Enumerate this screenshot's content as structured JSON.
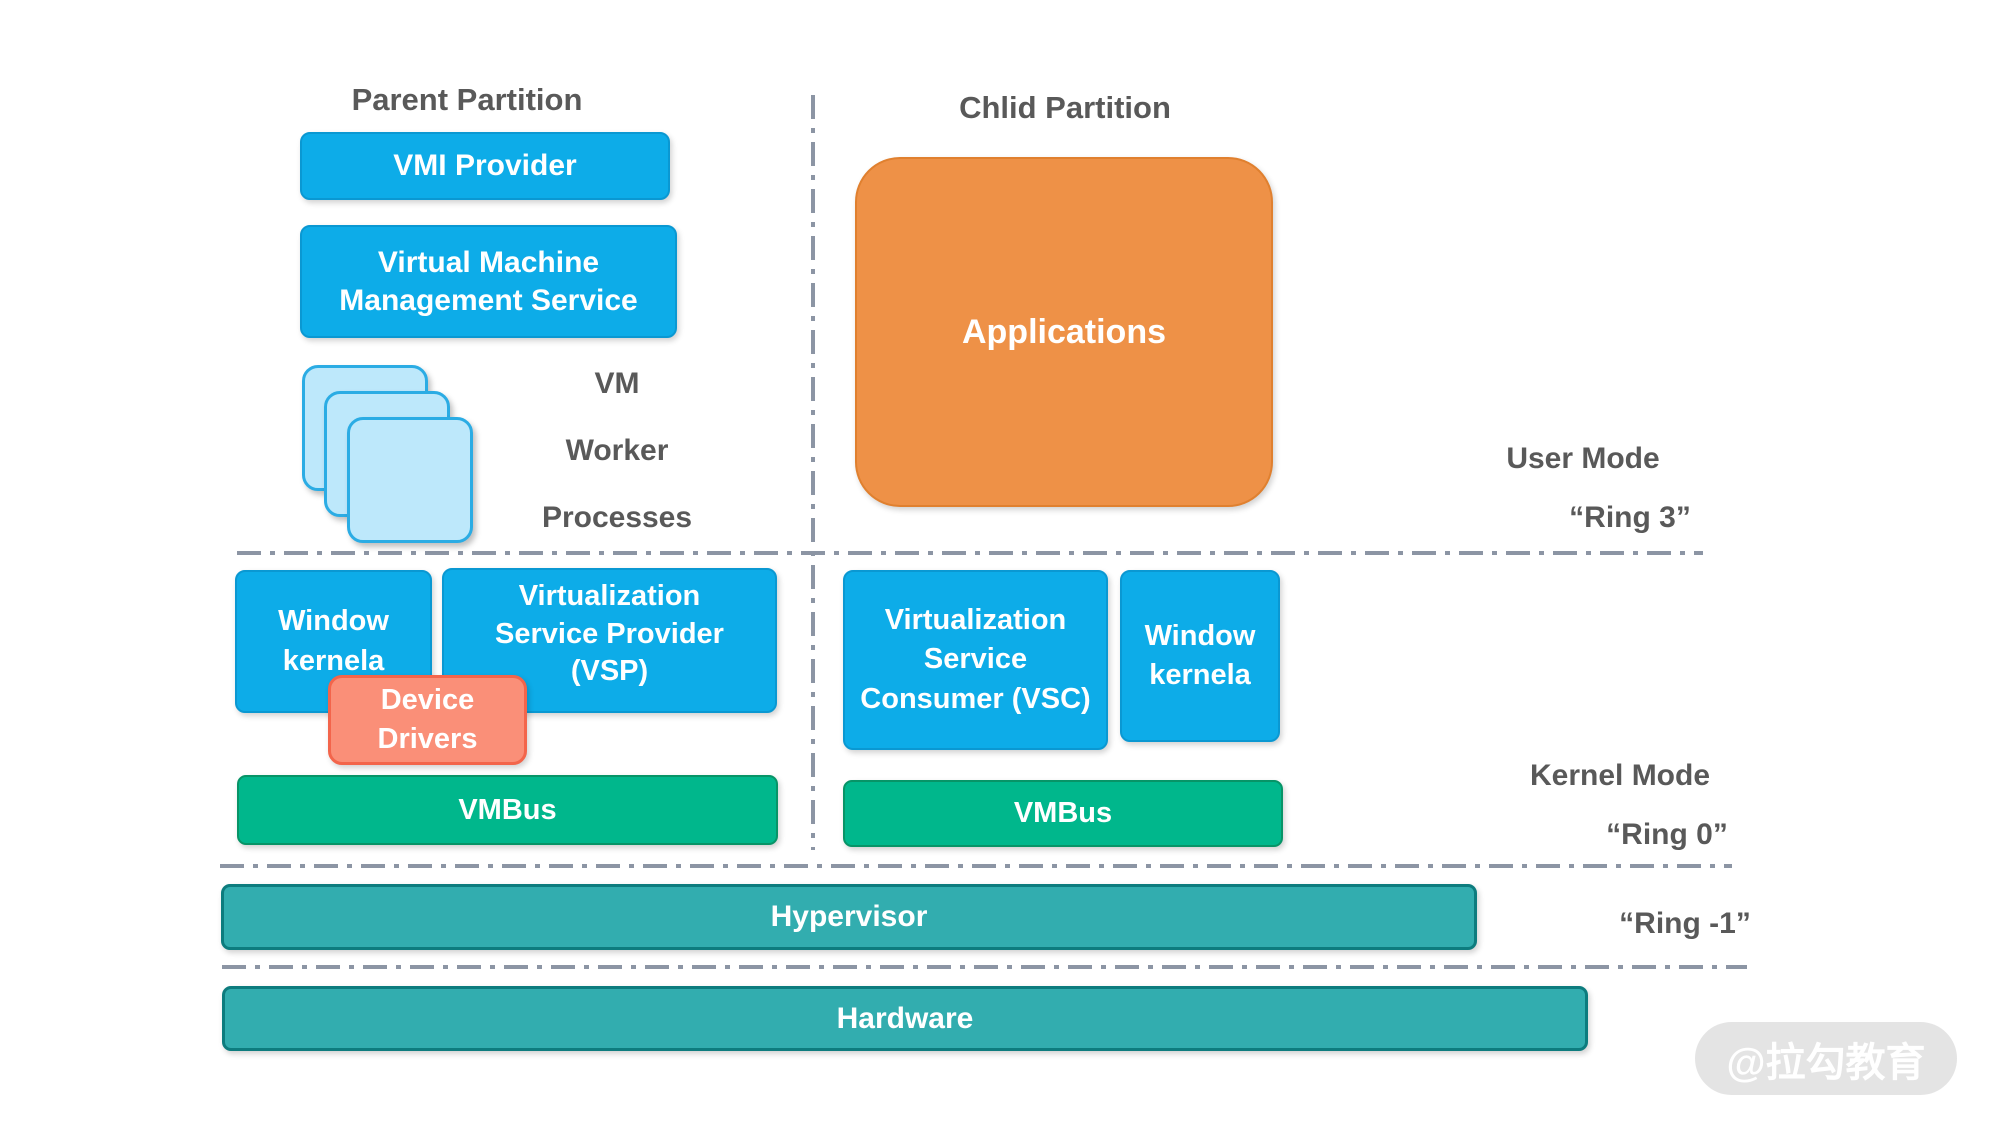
{
  "titles": {
    "parent": "Parent Partition",
    "child": "Chlid Partition"
  },
  "parent_partition": {
    "vmi_provider": "VMI Provider",
    "vm_management_service": "Virtual Machine\nManagement Service",
    "vm_worker_processes": "VM\nWorker\nProcesses",
    "window_kernel": "Window\nkernela",
    "vsp": "Virtualization\nService Provider\n(VSP)",
    "device_drivers": "Device\nDrivers",
    "vmbus": "VMBus"
  },
  "child_partition": {
    "applications": "Applications",
    "vsc": "Virtualization\nService\nConsumer (VSC)",
    "window_kernel": "Window\nkernela",
    "vmbus": "VMBus"
  },
  "layers": {
    "hypervisor": "Hypervisor",
    "hardware": "Hardware"
  },
  "mode_labels": {
    "user_mode": "User Mode",
    "ring3": "“Ring 3”",
    "kernel_mode": "Kernel Mode",
    "ring0": "“Ring 0”",
    "ring_minus1": "“Ring -1”"
  },
  "watermark": "@拉勾教育",
  "colors": {
    "box_blue": "#0DACE8",
    "box_blue_border": "#0A98D2",
    "box_light_blue": "#BDE8FB",
    "box_light_blue_border": "#2BACE4",
    "box_orange": "#EE9147",
    "box_orange_border": "#E0802F",
    "box_salmon": "#FA8F78",
    "box_salmon_border": "#F3654B",
    "box_green": "#00B78C",
    "box_green_border": "#079467",
    "box_teal": "#32ADAF",
    "box_teal_border": "#0D7C7E",
    "divider_gray": "#8C95A4",
    "label_gray": "#595959",
    "watermark_text": "#FFFFFF"
  }
}
